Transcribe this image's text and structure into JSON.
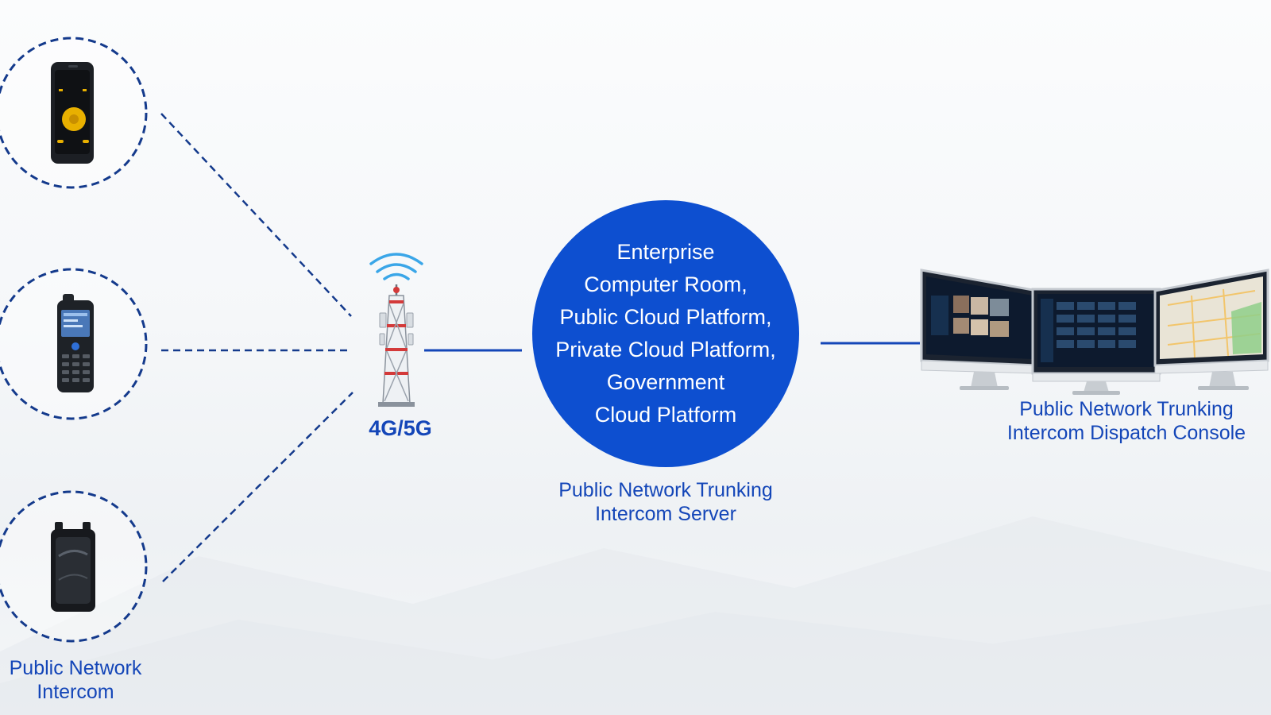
{
  "colors": {
    "primary_blue": "#1446b8",
    "circle_blue": "#0d4fd0",
    "dashed_line": "#143a8c",
    "tower_red": "#d33a3a"
  },
  "terminals": {
    "icons": [
      "smartphone-intercom-icon",
      "keypad-phone-intercom-icon",
      "rugged-radio-intercom-icon"
    ],
    "label_lines": [
      "Public Network",
      "Intercom"
    ]
  },
  "tower": {
    "icon": "cell-tower-icon",
    "label": "4G/5G"
  },
  "server": {
    "circle_lines": [
      "Enterprise",
      "Computer Room,",
      "Public Cloud Platform,",
      "Private Cloud Platform,",
      "Government",
      "Cloud Platform"
    ],
    "label_lines": [
      "Public Network Trunking",
      "Intercom Server"
    ]
  },
  "console": {
    "icon": "dispatch-monitors-icon",
    "label_lines": [
      "Public Network Trunking",
      "Intercom Dispatch Console"
    ]
  }
}
